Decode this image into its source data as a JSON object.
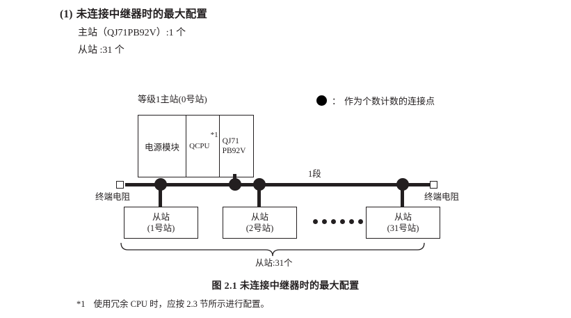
{
  "heading": {
    "number": "(1)",
    "text": "未连接中继器时的最大配置"
  },
  "spec_lines": {
    "master": "主站（QJ71PB92V）:1 个",
    "slave": "从站 :31 个"
  },
  "legend": {
    "symbol": "●",
    "colon": "：",
    "text": "作为个数计数的连接点"
  },
  "diagram": {
    "master_caption": "等级1主站(0号站)",
    "chassis": {
      "power_module": "电源模块",
      "cpu": "QCPU",
      "cpu_footnote": "*1",
      "network_line1": "QJ71",
      "network_line2": "PB92V"
    },
    "segment_label": "1段",
    "terminal_resistor_left": "终端电阻",
    "terminal_resistor_right": "终端电阻",
    "slaves": [
      {
        "name": "从站",
        "station": "(1号站)"
      },
      {
        "name": "从站",
        "station": "(2号站)"
      },
      {
        "name": "从站",
        "station": "(31号站)"
      }
    ],
    "ellipsis_dots": 6,
    "brace_label": "从站:31个"
  },
  "figure_caption": "图 2.1  未连接中继器时的最大配置",
  "footnote": {
    "mark": "*1",
    "text": "使用冗余 CPU 时，应按 2.3 节所示进行配置。"
  },
  "colors": {
    "ink": "#231f20",
    "paper": "#ffffff"
  }
}
